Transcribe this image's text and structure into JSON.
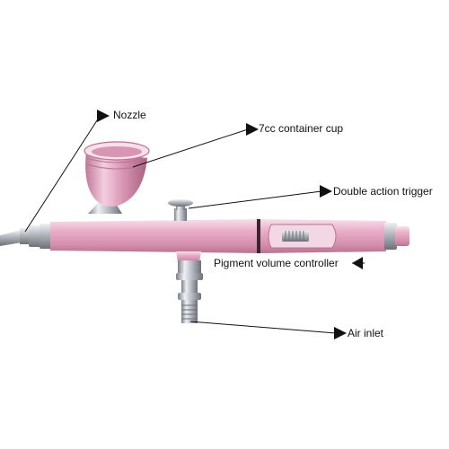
{
  "figure": {
    "labels": {
      "nozzle": "Nozzle",
      "cup": "7cc container cup",
      "trigger": "Double action trigger",
      "pigment": "Pigment volume controller",
      "inlet": "Air inlet"
    },
    "colors": {
      "body_pink": "#e8a9c4",
      "body_highlight": "#f6dbe7",
      "body_shadow": "#b9738f",
      "metal": "#c9ccd2",
      "metal_dark": "#7c8088",
      "leader": "#111111"
    }
  }
}
